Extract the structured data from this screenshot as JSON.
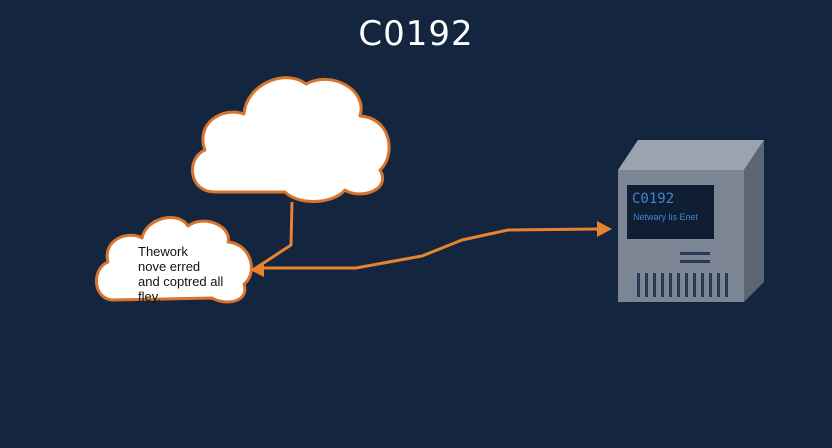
{
  "title": "C0192",
  "bubble": {
    "lines": [
      "Thework",
      "nove erred",
      "and coptred all",
      "fley."
    ]
  },
  "server": {
    "screen_code": "C0192",
    "screen_caption": "Netwary lis Enet"
  },
  "colors": {
    "background": "#142540",
    "cloud_fill": "#ffffff",
    "cloud_outline": "#d9742c",
    "connector": "#e8832e",
    "server_body": "#7b8594",
    "server_screen": "#0f1e33"
  }
}
